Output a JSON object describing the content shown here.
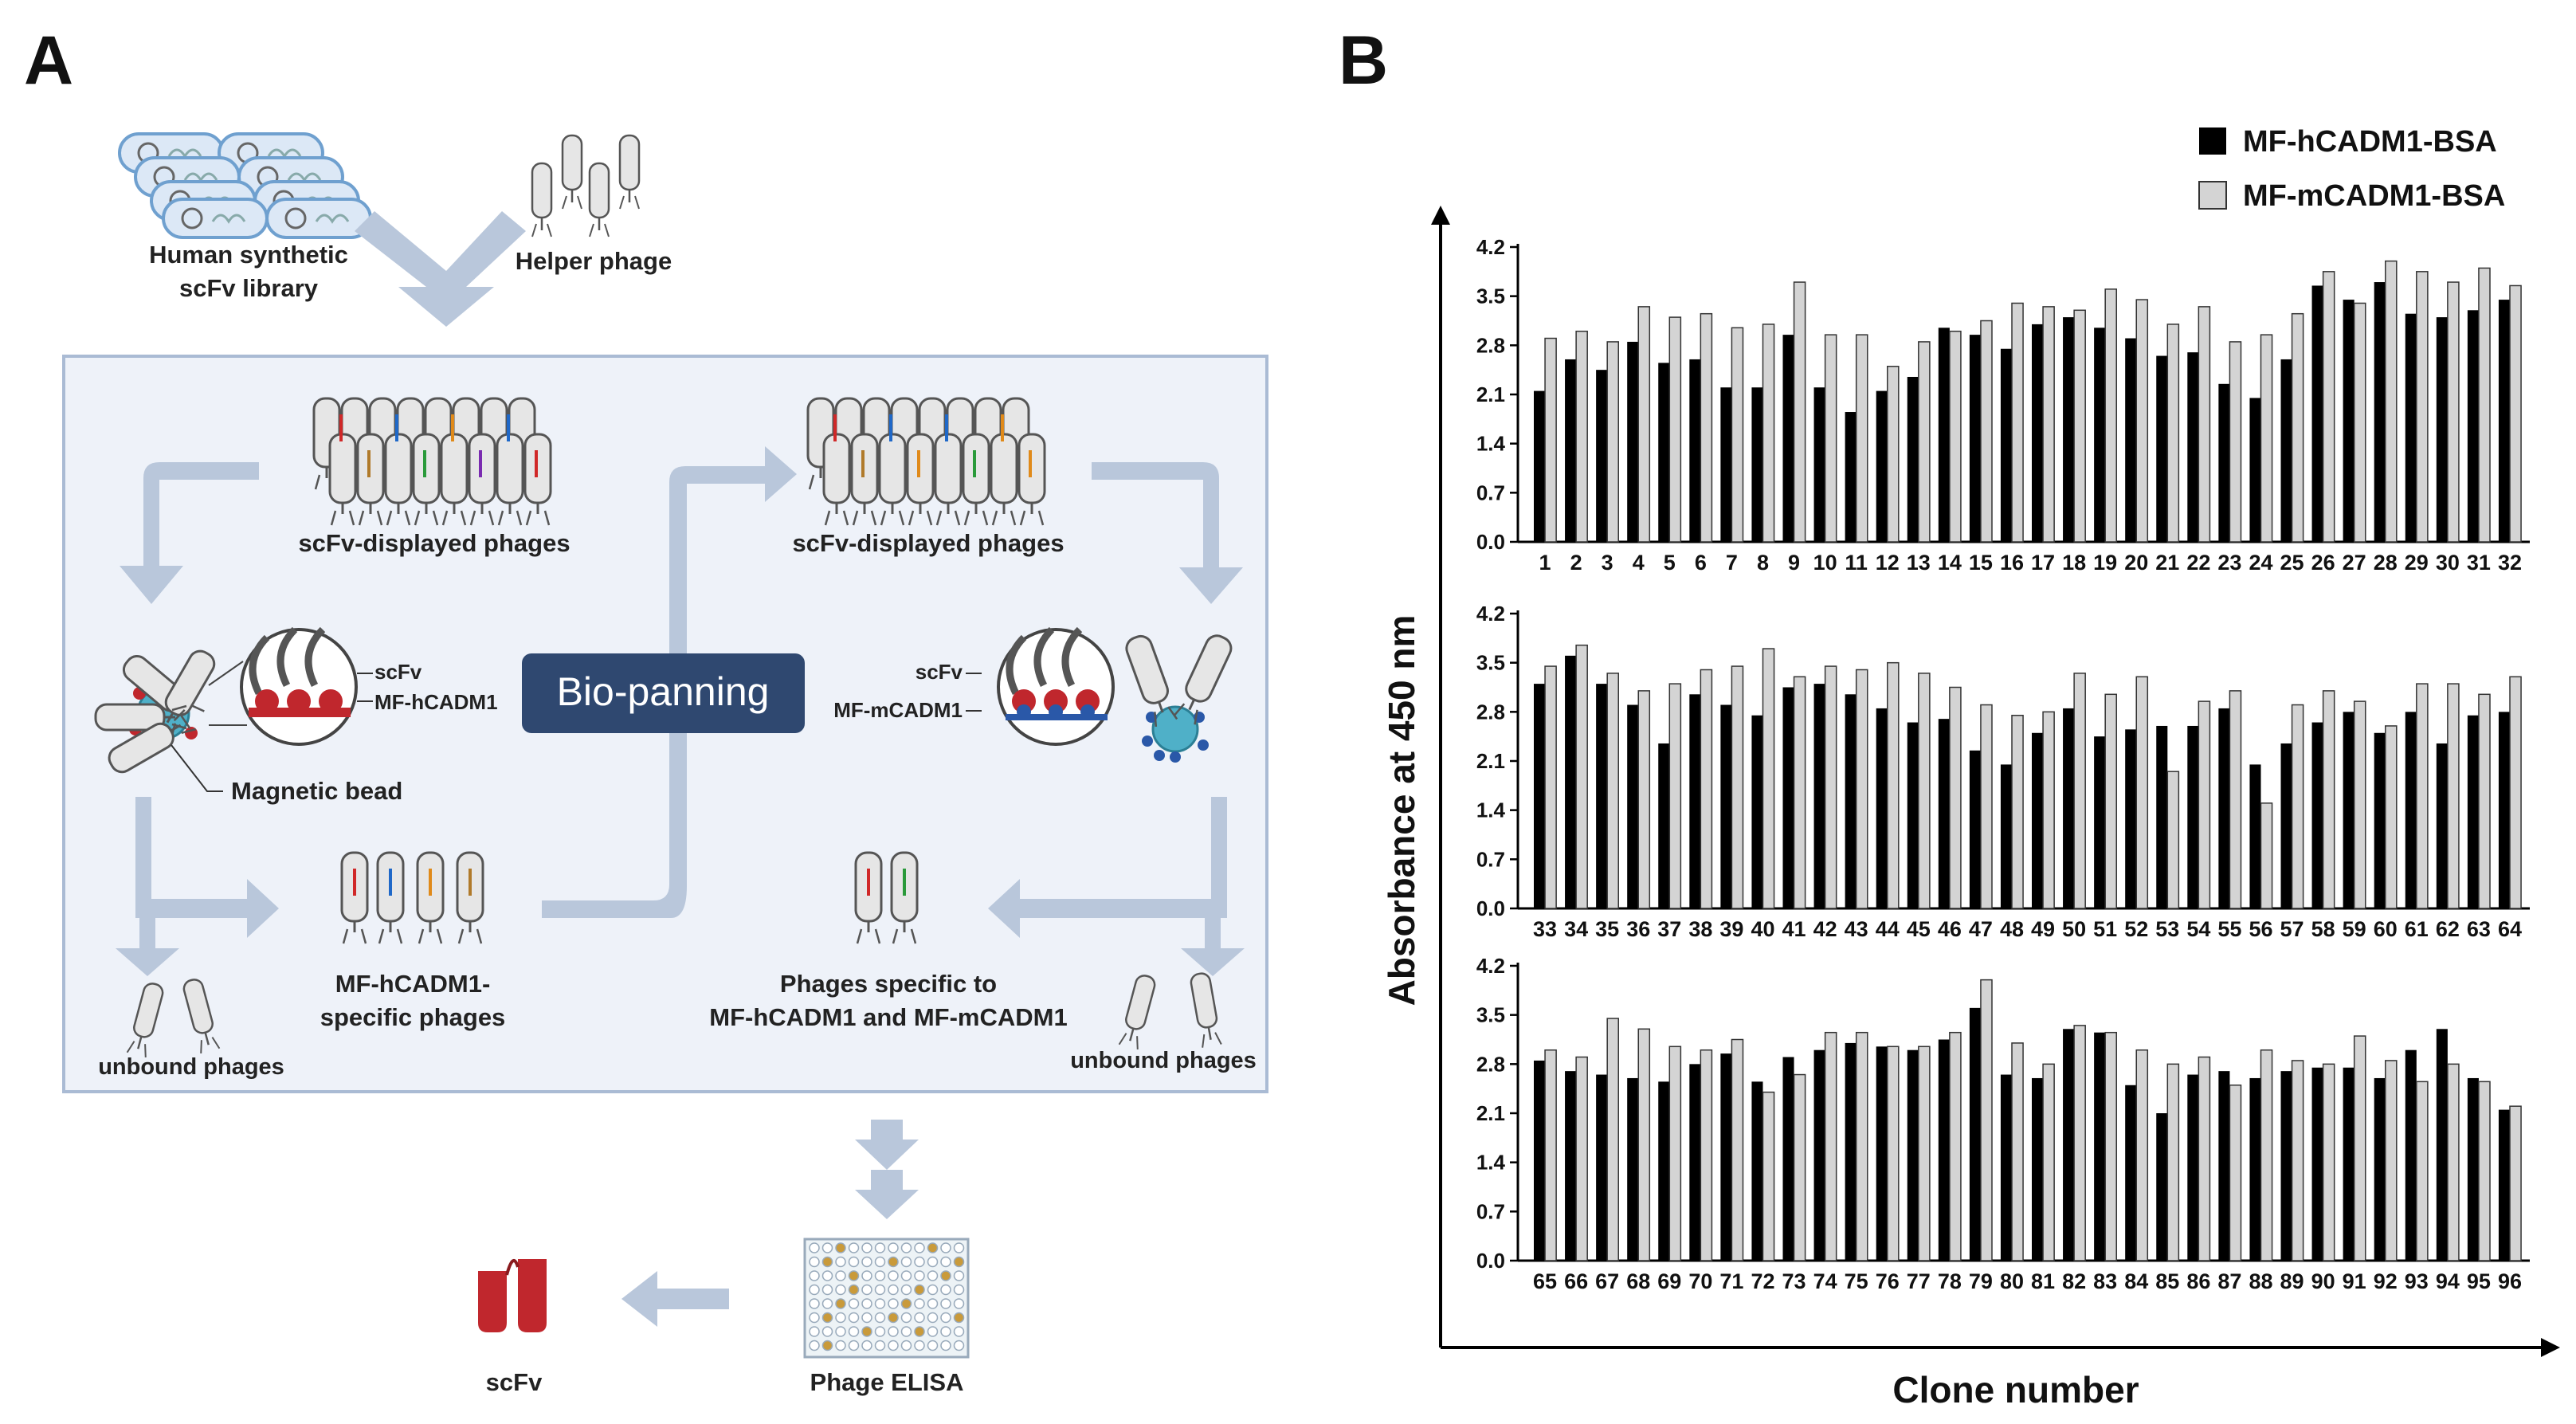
{
  "panel_a": {
    "letter": "A",
    "library_label_1": "Human synthetic",
    "library_label_2": "scFv library",
    "helper_label": "Helper phage",
    "displayed_label_left": "scFv-displayed phages",
    "displayed_label_right": "scFv-displayed phages",
    "scfv_left": "scFv",
    "target_left": "MF-hCADM1",
    "bead_label": "Magnetic bead",
    "biopanning": "Bio-panning",
    "scfv_right": "scFv",
    "target_right": "MF-mCADM1",
    "specific_left_1": "MF-hCADM1-",
    "specific_left_2": "specific phages",
    "specific_right_1": "Phages specific to",
    "specific_right_2": "MF-hCADM1 and MF-mCADM1",
    "unbound_left": "unbound phages",
    "unbound_right": "unbound phages",
    "scfv_product": "scFv",
    "elisa_label": "Phage ELISA"
  },
  "panel_b": {
    "letter": "B",
    "ylabel": "Absorbance at 450 nm",
    "xlabel": "Clone number"
  },
  "colors": {
    "human": "#000000",
    "mouse": "#d4d4d4",
    "box_fill": "#eef2f9",
    "box_stroke": "#aabbd4",
    "arrow": "#b9c7db",
    "biopanning_bg": "#2f4870"
  },
  "chart_data": {
    "type": "bar",
    "ylim": [
      0,
      4.2
    ],
    "yticks": [
      "0.0",
      "0.7",
      "1.4",
      "2.1",
      "2.8",
      "3.5",
      "4.2"
    ],
    "grid": false,
    "legend_position": "top-right",
    "series_names": [
      "MF-hCADM1-BSA",
      "MF-mCADM1-BSA"
    ],
    "panels": [
      {
        "categories": [
          "1",
          "2",
          "3",
          "4",
          "5",
          "6",
          "7",
          "8",
          "9",
          "10",
          "11",
          "12",
          "13",
          "14",
          "15",
          "16",
          "17",
          "18",
          "19",
          "20",
          "21",
          "22",
          "23",
          "24",
          "25",
          "26",
          "27",
          "28",
          "29",
          "30",
          "31",
          "32"
        ],
        "series": [
          {
            "name": "MF-hCADM1-BSA",
            "values": [
              2.15,
              2.6,
              2.45,
              2.85,
              2.55,
              2.6,
              2.2,
              2.2,
              2.95,
              2.2,
              1.85,
              2.15,
              2.35,
              3.05,
              2.95,
              2.75,
              3.1,
              3.2,
              3.05,
              2.9,
              2.65,
              2.7,
              2.25,
              2.05,
              2.6,
              3.65,
              3.45,
              3.7,
              3.25,
              3.2,
              3.3,
              3.45
            ]
          },
          {
            "name": "MF-mCADM1-BSA",
            "values": [
              2.9,
              3.0,
              2.85,
              3.35,
              3.2,
              3.25,
              3.05,
              3.1,
              3.7,
              2.95,
              2.95,
              2.5,
              2.85,
              3.0,
              3.15,
              3.4,
              3.35,
              3.3,
              3.6,
              3.45,
              3.1,
              3.35,
              2.85,
              2.95,
              3.25,
              3.85,
              3.4,
              4.0,
              3.85,
              3.7,
              3.9,
              3.65
            ]
          }
        ]
      },
      {
        "categories": [
          "33",
          "34",
          "35",
          "36",
          "37",
          "38",
          "39",
          "40",
          "41",
          "42",
          "43",
          "44",
          "45",
          "46",
          "47",
          "48",
          "49",
          "50",
          "51",
          "52",
          "53",
          "54",
          "55",
          "56",
          "57",
          "58",
          "59",
          "60",
          "61",
          "62",
          "63",
          "64"
        ],
        "series": [
          {
            "name": "MF-hCADM1-BSA",
            "values": [
              3.2,
              3.6,
              3.2,
              2.9,
              2.35,
              3.05,
              2.9,
              2.75,
              3.15,
              3.2,
              3.05,
              2.85,
              2.65,
              2.7,
              2.25,
              2.05,
              2.5,
              2.85,
              2.45,
              2.55,
              2.6,
              2.6,
              2.85,
              2.05,
              2.35,
              2.65,
              2.8,
              2.5,
              2.8,
              2.35,
              2.75,
              2.8
            ]
          },
          {
            "name": "MF-mCADM1-BSA",
            "values": [
              3.45,
              3.75,
              3.35,
              3.1,
              3.2,
              3.4,
              3.45,
              3.7,
              3.3,
              3.45,
              3.4,
              3.5,
              3.35,
              3.15,
              2.9,
              2.75,
              2.8,
              3.35,
              3.05,
              3.3,
              1.95,
              2.95,
              3.1,
              1.5,
              2.9,
              3.1,
              2.95,
              2.6,
              3.2,
              3.2,
              3.05,
              3.3
            ]
          }
        ]
      },
      {
        "categories": [
          "65",
          "66",
          "67",
          "68",
          "69",
          "70",
          "71",
          "72",
          "73",
          "74",
          "75",
          "76",
          "77",
          "78",
          "79",
          "80",
          "81",
          "82",
          "83",
          "84",
          "85",
          "86",
          "87",
          "88",
          "89",
          "90",
          "91",
          "92",
          "93",
          "94",
          "95",
          "96"
        ],
        "series": [
          {
            "name": "MF-hCADM1-BSA",
            "values": [
              2.85,
              2.7,
              2.65,
              2.6,
              2.55,
              2.8,
              2.95,
              2.55,
              2.9,
              3.0,
              3.1,
              3.05,
              3.0,
              3.15,
              3.6,
              2.65,
              2.6,
              3.3,
              3.25,
              2.5,
              2.1,
              2.65,
              2.7,
              2.6,
              2.7,
              2.75,
              2.75,
              2.6,
              3.0,
              3.3,
              2.6,
              2.15
            ]
          },
          {
            "name": "MF-mCADM1-BSA",
            "values": [
              3.0,
              2.9,
              3.45,
              3.3,
              3.05,
              3.0,
              3.15,
              2.4,
              2.65,
              3.25,
              3.25,
              3.05,
              3.05,
              3.25,
              4.0,
              3.1,
              2.8,
              3.35,
              3.25,
              3.0,
              2.8,
              2.9,
              2.5,
              3.0,
              2.85,
              2.8,
              3.2,
              2.85,
              2.55,
              2.8,
              2.55,
              2.2
            ]
          }
        ]
      }
    ]
  }
}
